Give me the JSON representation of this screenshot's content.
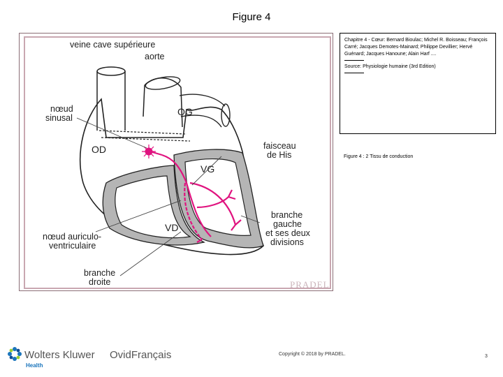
{
  "slide": {
    "title": "Figure 4"
  },
  "figure": {
    "labels": {
      "veine_cave": "veine cave supérieure",
      "aorte": "aorte",
      "noeud_sinusal_1": "nœud",
      "noeud_sinusal_2": "sinusal",
      "og": "OG",
      "od": "OD",
      "vg": "VG",
      "vd": "VD",
      "faisceau_1": "faisceau",
      "faisceau_2": "de His",
      "branche_gauche_1": "branche",
      "branche_gauche_2": "gauche",
      "branche_gauche_3": "et ses deux",
      "branche_gauche_4": "divisions",
      "noeud_av_1": "nœud auriculo-",
      "noeud_av_2": "ventriculaire",
      "branche_droite_1": "branche",
      "branche_droite_2": "droite"
    },
    "watermark": "PRADEL",
    "colors": {
      "conduction": "#e0137f",
      "chamber_fill": "#b5b5b5",
      "outline": "#222222"
    }
  },
  "caption": {
    "citation": "Chapitre 4 - Cœur: Bernard  Bioulac; Michel R. Boisseau; François  Carré; Jacques  Demotes-Mainard; Philippe  Devillier; Hervé  Guénard; Jacques  Hanoune; Alain  Harf ....",
    "source": "Source: Physiologie humaine (3rd Edition)"
  },
  "figure_legend": "Figure 4 : 2 Tissu de conduction",
  "footer": {
    "publisher_name": "Wolters Kluwer",
    "publisher_sub": "Health",
    "brand": "OvidFrançais",
    "copyright": "Copyright © 2018 by PRADEL.",
    "page_number": "3"
  },
  "icons": {
    "publisher_logo": "wolters-kluwer-logo-icon"
  }
}
